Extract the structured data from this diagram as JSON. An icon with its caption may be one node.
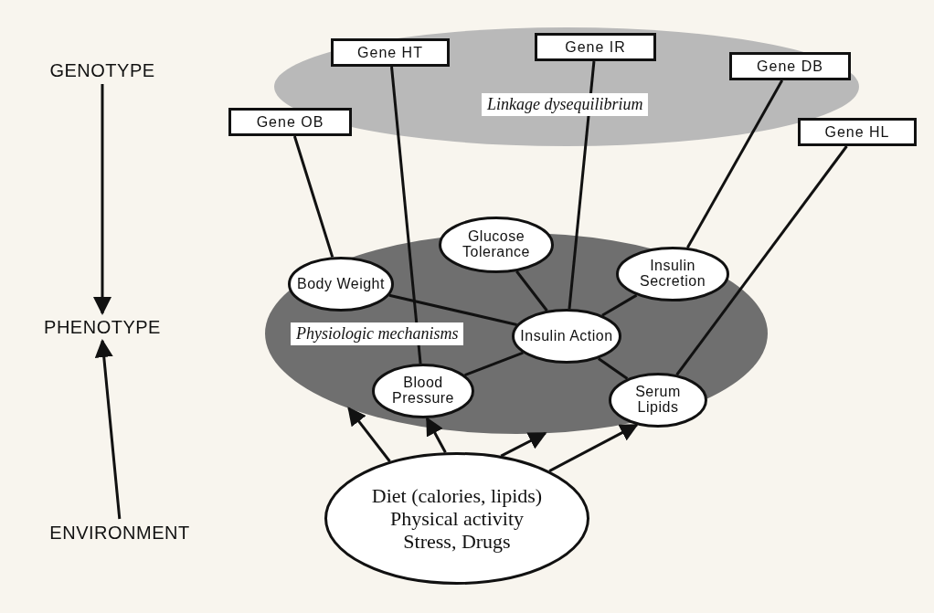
{
  "diagram": {
    "nodes": [
      {
        "text": [
          "GENOTYPE"
        ]
      },
      {
        "text": [
          "PHENOTYPE"
        ]
      },
      {
        "text": [
          "ENVIRONMENT"
        ]
      },
      {
        "text": [
          "Linkage dysequilibrium"
        ]
      },
      {
        "text": [
          "Gene HT"
        ],
        "in": 3
      },
      {
        "text": [
          "Gene IR"
        ],
        "in": 3
      },
      {
        "text": [
          "Gene DB"
        ],
        "in": 3
      },
      {
        "text": [
          "Gene OB"
        ]
      },
      {
        "text": [
          "Gene HL"
        ]
      },
      {
        "text": [
          "Physiologic mechanisms"
        ]
      },
      {
        "text": [
          "Glucose Tolerance"
        ]
      },
      {
        "text": [
          "Body Weight"
        ],
        "in": 9
      },
      {
        "text": [
          "Insulin Secretion"
        ],
        "in": 9
      },
      {
        "text": [
          "Insulin Action"
        ],
        "in": 9
      },
      {
        "text": [
          "Blood Pressure"
        ],
        "in": 9
      },
      {
        "text": [
          "Serum Lipids"
        ],
        "in": 9
      },
      {
        "text": [
          "Diet (calories, lipids)",
          "Physical activity",
          "Stress, Drugs"
        ]
      }
    ],
    "edges": [
      {
        "from": 0,
        "to": 1,
        "arrow": "to"
      },
      {
        "from": 2,
        "to": 1,
        "arrow": "to"
      },
      {
        "from": 7,
        "to": 11,
        "arrow": "none"
      },
      {
        "from": 4,
        "to": 14,
        "arrow": "none"
      },
      {
        "from": 5,
        "to": 13,
        "arrow": "none"
      },
      {
        "from": 6,
        "to": 12,
        "arrow": "none"
      },
      {
        "from": 8,
        "to": 15,
        "arrow": "none"
      },
      {
        "from": 11,
        "to": 13,
        "arrow": "none"
      },
      {
        "from": 10,
        "to": 13,
        "arrow": "none"
      },
      {
        "from": 12,
        "to": 13,
        "arrow": "none"
      },
      {
        "from": 14,
        "to": 13,
        "arrow": "none"
      },
      {
        "from": 15,
        "to": 13,
        "arrow": "none"
      },
      {
        "from": 16,
        "to": 9,
        "arrow": "to"
      },
      {
        "from": 16,
        "to": 14,
        "arrow": "to"
      },
      {
        "from": 16,
        "to": 9,
        "arrow": "to"
      },
      {
        "from": 16,
        "to": 15,
        "arrow": "to"
      }
    ]
  }
}
